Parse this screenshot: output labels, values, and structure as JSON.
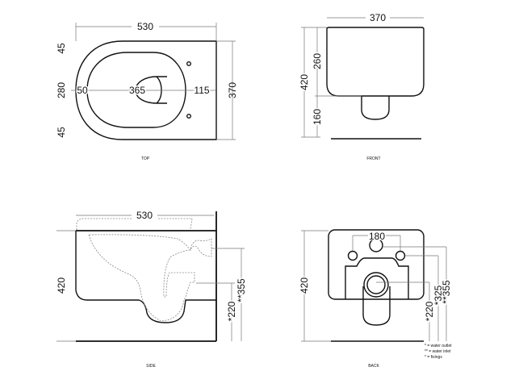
{
  "top": {
    "label": "TOP",
    "width": "530",
    "depth": "370",
    "left_top": "45",
    "left_mid": "280",
    "left_bottom": "45",
    "c1": "50",
    "c2": "365",
    "c3": "115"
  },
  "front": {
    "label": "FRONT",
    "width": "370",
    "height": "420",
    "upper": "260",
    "lower": "160"
  },
  "side": {
    "label": "SIDE",
    "width": "530",
    "height": "420",
    "outlet": "*220",
    "inlet": "**355"
  },
  "back": {
    "label": "BACK",
    "height": "420",
    "spacing": "180",
    "d1": "*220",
    "d2": "*325",
    "d3": "**355",
    "legend": [
      "* = water outlet",
      "** = water inlet",
      "* = fixings"
    ]
  }
}
